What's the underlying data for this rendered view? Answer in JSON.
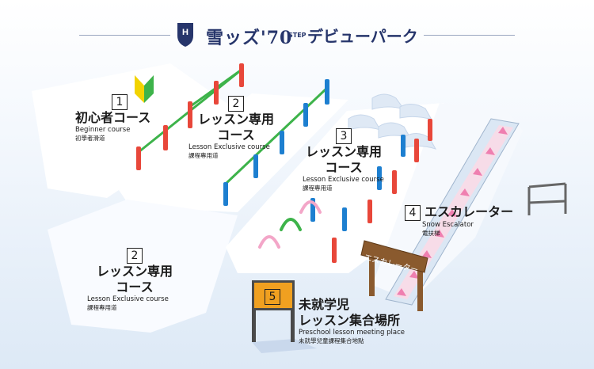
{
  "header": {
    "brand": "雪ッズ'70",
    "brand_small": "STEP",
    "brand_rest": "デビューパーク",
    "logo_letter": "H"
  },
  "areas": [
    {
      "number": "1",
      "ja": "初心者コース",
      "en": "Beginner course",
      "sub": "初學者滑道"
    },
    {
      "number": "2",
      "ja_line1": "レッスン専用",
      "ja_line2": "コース",
      "en": "Lesson Exclusive course",
      "sub": "課程專用道"
    },
    {
      "number": "3",
      "ja_line1": "レッスン専用",
      "ja_line2": "コース",
      "en": "Lesson Exclusive course",
      "sub": "課程專用道"
    },
    {
      "number": "4",
      "ja": "エスカレーター",
      "en": "Snow Escalator",
      "sub": "電扶梯"
    },
    {
      "number": "2",
      "ja_line1": "レッスン専用",
      "ja_line2": "コース",
      "en": "Lesson Exclusive course",
      "sub": "課程專用道"
    },
    {
      "number": "5",
      "ja_line1": "未就学児",
      "ja_line2": "レッスン集合場所",
      "en": "Preschool lesson meeting place",
      "sub": "未就學兒童課程集合地點"
    }
  ],
  "sign": {
    "text": "エスカレーター"
  },
  "colors": {
    "brand": "#26356b",
    "pole_red": "#e8473a",
    "pole_blue": "#1d7fd0",
    "rope_green": "#3db34a",
    "arch_green": "#3db34a",
    "arch_pink": "#f3a6c8",
    "escalator_pink": "#ef7fb0",
    "sign_orange": "#f0a020",
    "sign_post": "#4a4a4a",
    "wood": "#8a5a2e"
  },
  "icons": [
    "logo-shield-icon",
    "beginner-mark-icon",
    "escalator-arrow-icon"
  ]
}
